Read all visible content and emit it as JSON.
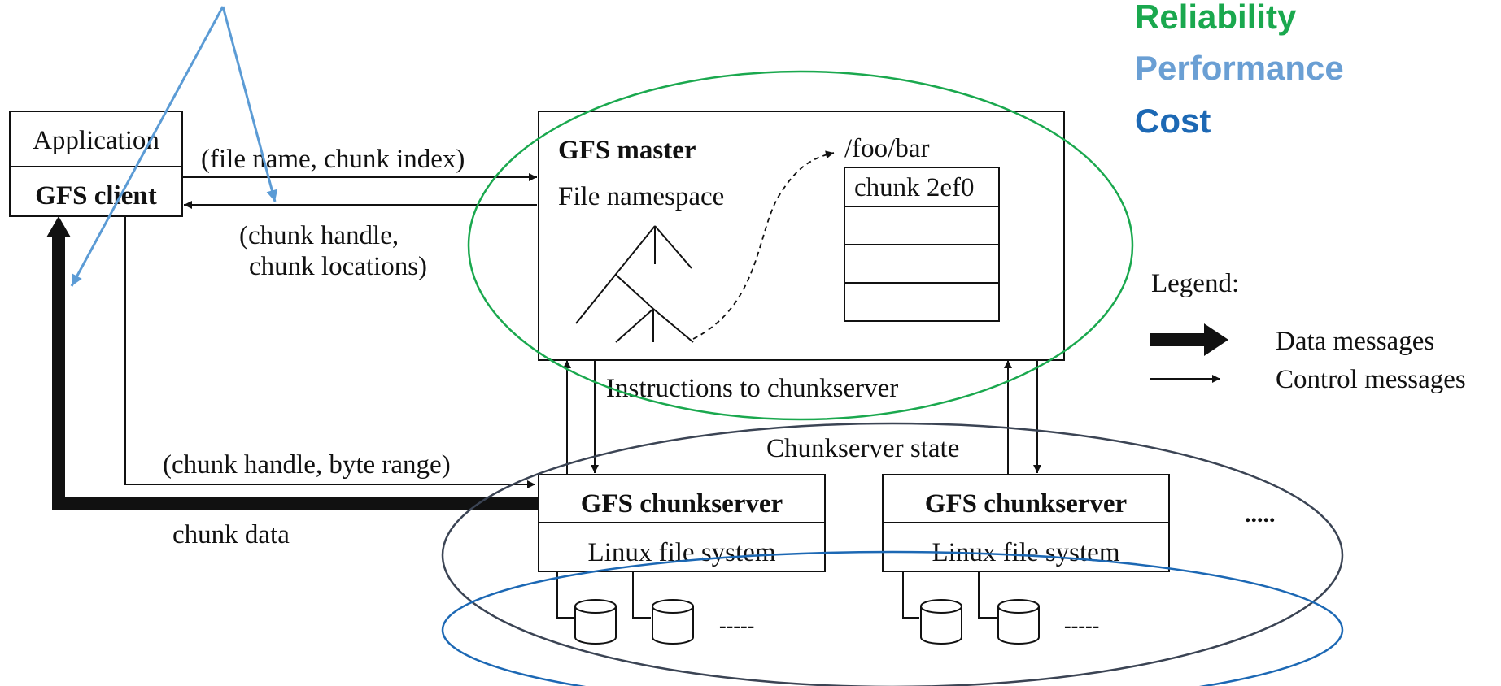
{
  "client": {
    "application_label": "Application",
    "client_label": "GFS client"
  },
  "messages": {
    "request": "(file name, chunk index)",
    "reply_line1": "(chunk handle,",
    "reply_line2": "chunk locations)",
    "data_request": "(chunk handle, byte range)",
    "chunk_data": "chunk data",
    "instructions": "Instructions to chunkserver",
    "state": "Chunkserver state"
  },
  "master": {
    "title": "GFS master",
    "namespace": "File namespace",
    "path": "/foo/bar",
    "chunk_label": "chunk 2ef0"
  },
  "chunkservers": [
    {
      "title": "GFS chunkserver",
      "fs": "Linux file system",
      "ellipsis": "-----"
    },
    {
      "title": "GFS chunkserver",
      "fs": "Linux file system",
      "ellipsis": "-----"
    }
  ],
  "more_servers": ".....",
  "legend": {
    "title": "Legend:",
    "data": "Data messages",
    "control": "Control messages"
  },
  "goals": {
    "reliability": "Reliability",
    "performance": "Performance",
    "cost": "Cost"
  },
  "colors": {
    "reliability": "#1aa84e",
    "performance": "#6a9fd4",
    "cost": "#1c68b4",
    "annotation_arrow": "#6a9fd4",
    "master_ellipse": "#1aa84e",
    "chunkserver_ellipse": "#3b4454",
    "storage_ellipse": "#1c68b4"
  }
}
